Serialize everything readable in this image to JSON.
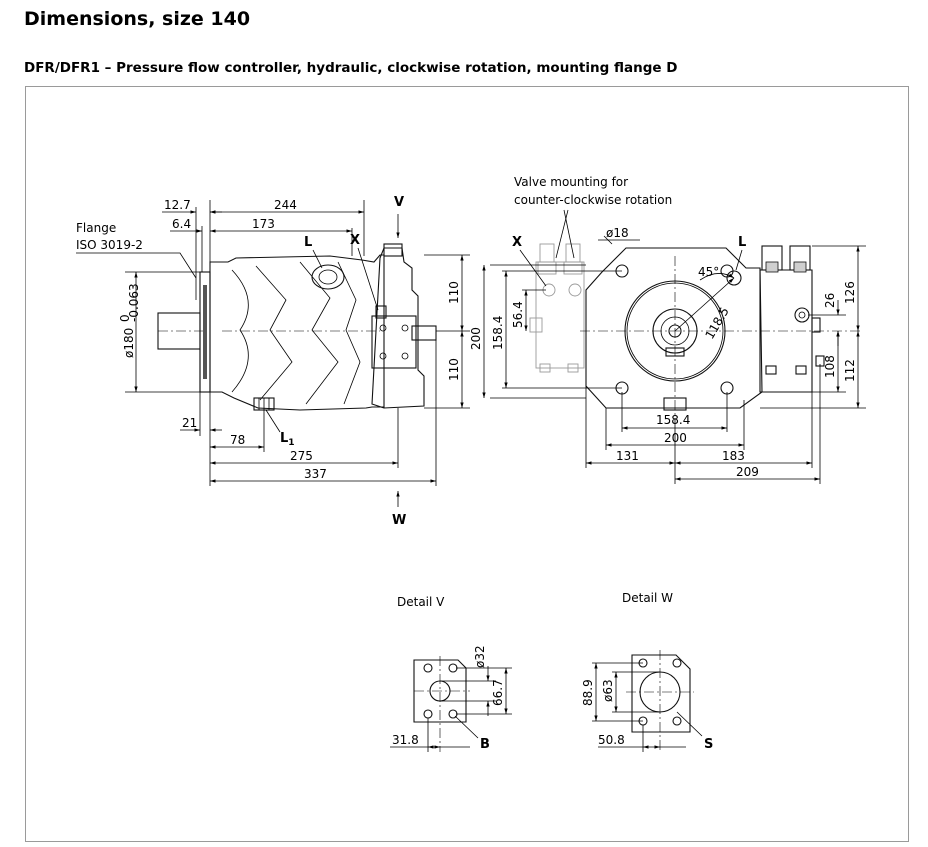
{
  "header": {
    "title": "Dimensions, size 140",
    "subtitle": "DFR/DFR1 – Pressure flow controller, hydraulic, clockwise rotation, mounting flange D"
  },
  "side_view": {
    "dims": {
      "d12_7": "12.7",
      "d6_4": "6.4",
      "d244": "244",
      "d173": "173",
      "d110_top": "110",
      "d110_bottom": "110",
      "d200": "200",
      "d21": "21",
      "d78": "78",
      "d275": "275",
      "d337": "337",
      "dia180": "ø180",
      "dia180_tol": "0\n-0.063"
    },
    "labels": {
      "flange_line1": "Flange",
      "flange_line2": "ISO 3019-2",
      "port_L": "L",
      "port_X": "X",
      "port_L1": "L",
      "port_L1_sub": "1",
      "view_V": "V",
      "view_W": "W"
    }
  },
  "front_view": {
    "note_line1": "Valve mounting for",
    "note_line2": "counter-clockwise rotation",
    "dims": {
      "dia18": "ø18",
      "d45": "45°",
      "d118_5": "118.5",
      "d56_4": "56.4",
      "d158_4_v": "158.4",
      "d158_4_h": "158.4",
      "d200_h": "200",
      "d131": "131",
      "d183": "183",
      "d209": "209",
      "d26": "26",
      "d126": "126",
      "d108": "108",
      "d112": "112"
    },
    "labels": {
      "port_X": "X",
      "port_L": "L"
    }
  },
  "detail_v": {
    "title": "Detail V",
    "dims": {
      "dia32": "ø32",
      "d66_7": "66.7",
      "d31_8": "31.8"
    },
    "port": "B"
  },
  "detail_w": {
    "title": "Detail W",
    "dims": {
      "dia63": "ø63",
      "d88_9": "88.9",
      "d50_8": "50.8"
    },
    "port": "S"
  }
}
